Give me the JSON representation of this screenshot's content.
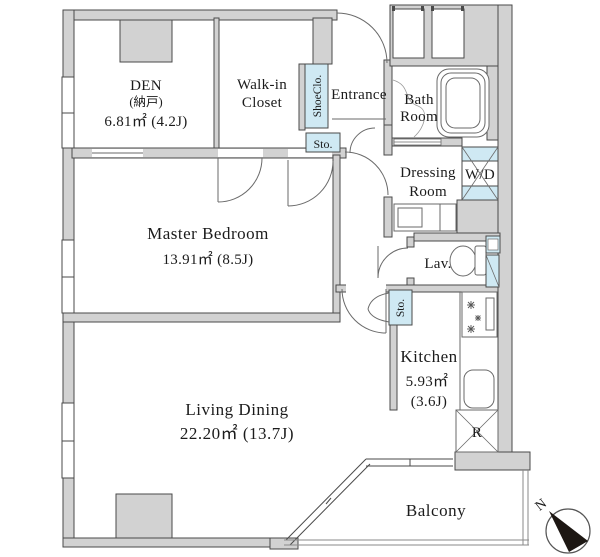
{
  "plan_title": "apartment floor plan",
  "colors": {
    "wall_fill": "#d2d2d2",
    "wall_stroke": "#4a4a4a",
    "thin_line": "#6a6a6a",
    "fixture_blue": "#cfe9f3",
    "text": "#1b1b1b"
  },
  "rooms": {
    "den": {
      "name": "DEN",
      "name_jp": "(納戸)",
      "area": "6.81㎡ (4.2J)"
    },
    "walk_in_closet": {
      "name_line1": "Walk-in",
      "name_line2": "Closet"
    },
    "shoe_closet": {
      "name": "ShoeClo."
    },
    "entrance": {
      "name": "Entrance"
    },
    "entrance_storage": {
      "name": "Sto."
    },
    "bath": {
      "name_line1": "Bath",
      "name_line2": "Room"
    },
    "dressing": {
      "name_line1": "Dressing",
      "name_line2": "Room"
    },
    "washer_dryer": {
      "name": "W/D"
    },
    "master_bedroom": {
      "name": "Master Bedroom",
      "area": "13.91㎡ (8.5J)"
    },
    "lavatory": {
      "name": "Lav."
    },
    "hall_storage": {
      "name": "Sto."
    },
    "kitchen": {
      "name": "Kitchen",
      "area": "5.93㎡",
      "area_j": "(3.6J)"
    },
    "refrigerator": {
      "name": "R"
    },
    "living_dining": {
      "name": "Living Dining",
      "area": "22.20㎡ (13.7J)"
    },
    "balcony": {
      "name": "Balcony"
    }
  },
  "compass": {
    "label": "N"
  }
}
